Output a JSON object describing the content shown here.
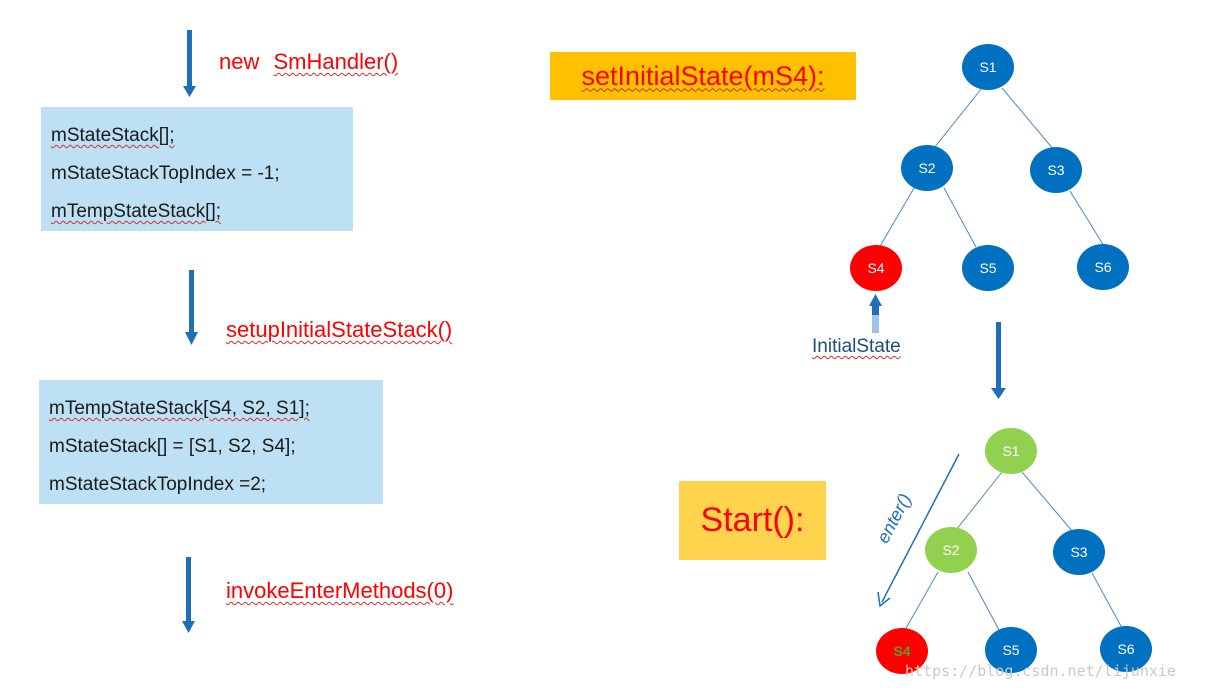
{
  "flow": {
    "step1_label_a": "new",
    "step1_label_b": "SmHandler()",
    "box1_lines": [
      "mStateStack[];",
      "mStateStackTopIndex = -1;",
      "mTempStateStack[];"
    ],
    "step2_label": "setupInitialStateStack()",
    "box2_lines": [
      "mTempStateStack[S4, S2, S1];",
      "mStateStack[] = [S1, S2, S4];",
      "mStateStackTopIndex =2;"
    ],
    "step3_label": "invokeEnterMethods(0)"
  },
  "right": {
    "set_initial_label": "setInitialState(mS4):",
    "initial_state_label": "InitialState",
    "start_label": "Start():",
    "enter_label": "enter()"
  },
  "tree_top": {
    "nodes": [
      "S1",
      "S2",
      "S3",
      "S4",
      "S5",
      "S6"
    ],
    "highlight": "S4"
  },
  "tree_bottom": {
    "nodes": [
      "S1",
      "S2",
      "S3",
      "S4",
      "S5",
      "S6"
    ],
    "entered": [
      "S1",
      "S2",
      "S4"
    ],
    "highlight": "S4"
  },
  "watermark": "https://blog.csdn.net/lijunxie",
  "colors": {
    "node_blue": "#0070c0",
    "node_red": "#ff0000",
    "node_green": "#92d050",
    "arrow_blue": "#1f6fb8",
    "box_fill": "#bde0f5",
    "accent_orange": "#ffc000"
  }
}
